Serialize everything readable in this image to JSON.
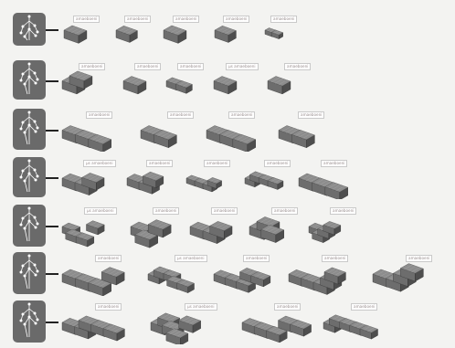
{
  "figure": {
    "rows": [
      {
        "id": "row-1",
        "items": [
          {
            "label": "amaeboeni"
          },
          {
            "label": "amaeboeni"
          },
          {
            "label": "amaeboeni"
          },
          {
            "label": "amaeboeni"
          },
          {
            "label": "amaeboeni"
          }
        ]
      },
      {
        "id": "row-2",
        "items": [
          {
            "label": "amaeboeni"
          },
          {
            "label": "amaeboeni"
          },
          {
            "label": "amaeboeni"
          },
          {
            "label": "μs amaeboeni"
          },
          {
            "label": "amaeboeni"
          }
        ]
      },
      {
        "id": "row-3",
        "items": [
          {
            "label": "amaeboeni"
          },
          {
            "label": "amaeboeni"
          },
          {
            "label": "amaeboeni"
          },
          {
            "label": "amaeboeni"
          }
        ]
      },
      {
        "id": "row-4",
        "items": [
          {
            "label": "μs amaeboeni"
          },
          {
            "label": "amaeboeni"
          },
          {
            "label": "amaeboeni"
          },
          {
            "label": "amaeboeni"
          },
          {
            "label": "amaeboeni"
          }
        ]
      },
      {
        "id": "row-5",
        "items": [
          {
            "label": "μs amaeboeni"
          },
          {
            "label": "amaeboeni"
          },
          {
            "label": "amaeboeni"
          },
          {
            "label": "amaeboeni"
          },
          {
            "label": "amaeboeni"
          }
        ]
      },
      {
        "id": "row-6",
        "items": [
          {
            "label": "amaeboeni"
          },
          {
            "label": "μs amaeboeni"
          },
          {
            "label": "amaeboeni"
          },
          {
            "label": "amaeboeni"
          },
          {
            "label": "amaeboeni"
          }
        ]
      },
      {
        "id": "row-7",
        "items": [
          {
            "label": "amaeboeni"
          },
          {
            "label": "μs amaeboeni"
          },
          {
            "label": "amaeboeni"
          },
          {
            "label": "amaeboeni"
          }
        ]
      }
    ],
    "colors": {
      "background": "#f3f3f1",
      "thumbnail": "#6a6a6a",
      "tree_line": "#ffffff",
      "connector": "#222222",
      "block_top": "#8d8d8d",
      "block_side": "#4e4e4e",
      "block_front": "#6d6d6d",
      "tag_text": "#9a8f8f"
    }
  }
}
